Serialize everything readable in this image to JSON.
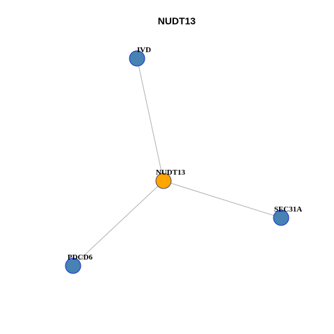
{
  "title": "NUDT13",
  "colors": {
    "center_fill": "#FFA500",
    "neighbor_fill": "#4682B4",
    "neighbor_stroke": "#1a33cc",
    "center_stroke": "#4a4a6a",
    "edge": "#b0b0b0"
  },
  "network": {
    "nodes": [
      {
        "id": "NUDT13",
        "label": "NUDT13",
        "role": "center"
      },
      {
        "id": "IVD",
        "label": "IVD",
        "role": "neighbor"
      },
      {
        "id": "SEC31A",
        "label": "SEC31A",
        "role": "neighbor"
      },
      {
        "id": "PDCD6",
        "label": "PDCD6",
        "role": "neighbor"
      }
    ],
    "edges": [
      {
        "source": "NUDT13",
        "target": "IVD"
      },
      {
        "source": "NUDT13",
        "target": "SEC31A"
      },
      {
        "source": "NUDT13",
        "target": "PDCD6"
      }
    ]
  }
}
